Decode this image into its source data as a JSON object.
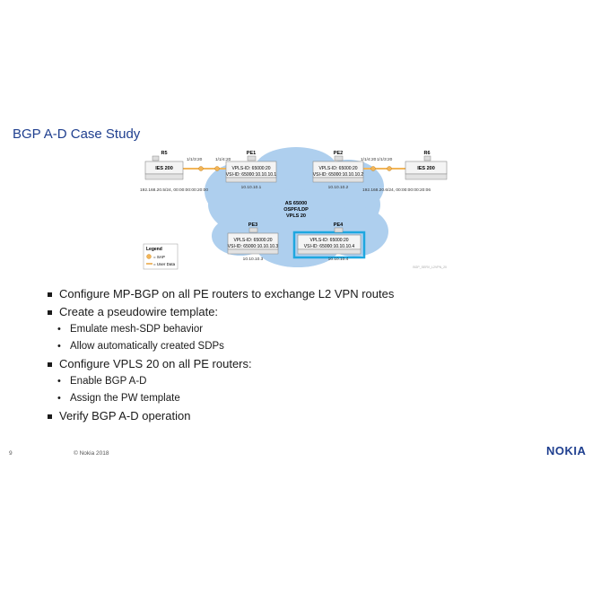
{
  "slide": {
    "title": "BGP A-D Case Study",
    "page_number": "9",
    "copyright": "© Nokia 2018",
    "logo": "NOKIA"
  },
  "diagram": {
    "cloud": {
      "as": "AS 65000",
      "igp": "OSPF/LDP",
      "vpls": "VPLS 20"
    },
    "routers": [
      {
        "id": "R5",
        "service": "IES 200",
        "info": "192.168.20.5/24, 00:00:00:00:20:00",
        "port": "1/1/3:20"
      },
      {
        "id": "R6",
        "service": "IES 200",
        "info": "192.168.20.6/24, 00:00:00:00:20:06",
        "port": "1/1/3:20"
      }
    ],
    "pes": [
      {
        "id": "PE1",
        "vpls_id": "VPLS-ID: 65000:20",
        "vsi_id": "VSI-ID: 65000:10.10.10.1",
        "addr": "10.10.10.1",
        "port": "1/1/4:20"
      },
      {
        "id": "PE2",
        "vpls_id": "VPLS-ID: 65000:20",
        "vsi_id": "VSI-ID: 65000:10.10.10.2",
        "addr": "10.10.10.2",
        "port": "1/1/4:20"
      },
      {
        "id": "PE3",
        "vpls_id": "VPLS-ID: 65000:20",
        "vsi_id": "VSI-ID: 65000:10.10.10.3",
        "addr": "10.10.10.3"
      },
      {
        "id": "PE4",
        "vpls_id": "VPLS-ID: 65000:20",
        "vsi_id": "VSI-ID: 65000:10.10.10.4",
        "addr": "10.10.10.4"
      }
    ],
    "legend": {
      "title": "Legend",
      "sap": "= SAP",
      "user_data": "= User Data"
    },
    "figure_id": "BGP_SERV_L2VPN_20",
    "colors": {
      "cloud": "#aecfee",
      "highlight": "#1ea7e0",
      "sap": "#f2b558",
      "user_data": "#e8a33c",
      "title": "#1f3f8f"
    }
  },
  "bullets": [
    {
      "text": "Configure MP-BGP on all PE routers to exchange L2 VPN routes",
      "sub": []
    },
    {
      "text": "Create a pseudowire template:",
      "sub": [
        "Emulate mesh-SDP behavior",
        "Allow automatically created SDPs"
      ]
    },
    {
      "text": "Configure VPLS 20 on all PE routers:",
      "sub": [
        "Enable BGP A-D",
        "Assign the PW template"
      ]
    },
    {
      "text": "Verify BGP A-D operation",
      "sub": []
    }
  ]
}
